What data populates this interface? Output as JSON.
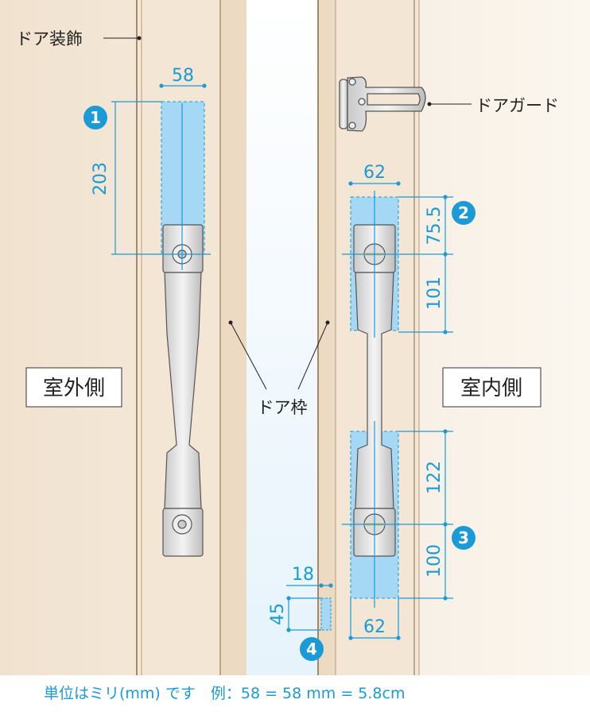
{
  "labels": {
    "door_decoration": "ドア装飾",
    "door_guard": "ドアガード",
    "door_frame": "ドア枠",
    "outdoor_side": "室外側",
    "indoor_side": "室内側"
  },
  "dimensions": {
    "d1_width": "58",
    "d1_height": "203",
    "d2_width": "62",
    "d2_top": "75.5",
    "d2_bottom": "101",
    "d3_top": "122",
    "d3_bottom": "100",
    "d3_width": "62",
    "d4_width": "18",
    "d4_height": "45"
  },
  "markers": [
    "1",
    "2",
    "3",
    "4"
  ],
  "footer": "単位はミリ(mm) です　例：58 = 58 mm = 5.8cm",
  "colors": {
    "accent": "#1a9ad6",
    "highlight": "#a5d8f5",
    "door": "#f2e4d2",
    "frame": "#ead8c0"
  }
}
